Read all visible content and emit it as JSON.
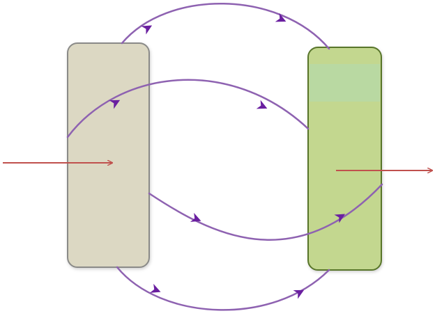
{
  "diagram": {
    "colors": {
      "left_block_fill": "#dcd8c3",
      "left_block_stroke": "#8a8a88",
      "right_block_fill": "#c3d78f",
      "right_block_highlight": "#b7d9a6",
      "right_block_stroke": "#58752a",
      "flow_curve": "#8e62b1",
      "flow_arrowhead": "#6a1fa0",
      "io_arrow": "#c0504d"
    },
    "nodes": [
      {
        "id": "left-block",
        "kind": "rounded-rectangle"
      },
      {
        "id": "right-block",
        "kind": "rounded-rectangle"
      }
    ],
    "edges": [
      {
        "id": "top-outer-curve",
        "from": "left-block",
        "to": "right-block",
        "arrowheads": 2
      },
      {
        "id": "upper-inner-curve",
        "from": "left-block",
        "to": "right-block",
        "arrowheads": 2
      },
      {
        "id": "lower-inner-curve",
        "from": "left-block",
        "to": "right-block",
        "arrowheads": 2
      },
      {
        "id": "bottom-outer-curve",
        "from": "left-block",
        "to": "right-block",
        "arrowheads": 2
      },
      {
        "id": "input-arrow",
        "to": "left-block"
      },
      {
        "id": "output-arrow",
        "from": "right-block"
      }
    ]
  }
}
